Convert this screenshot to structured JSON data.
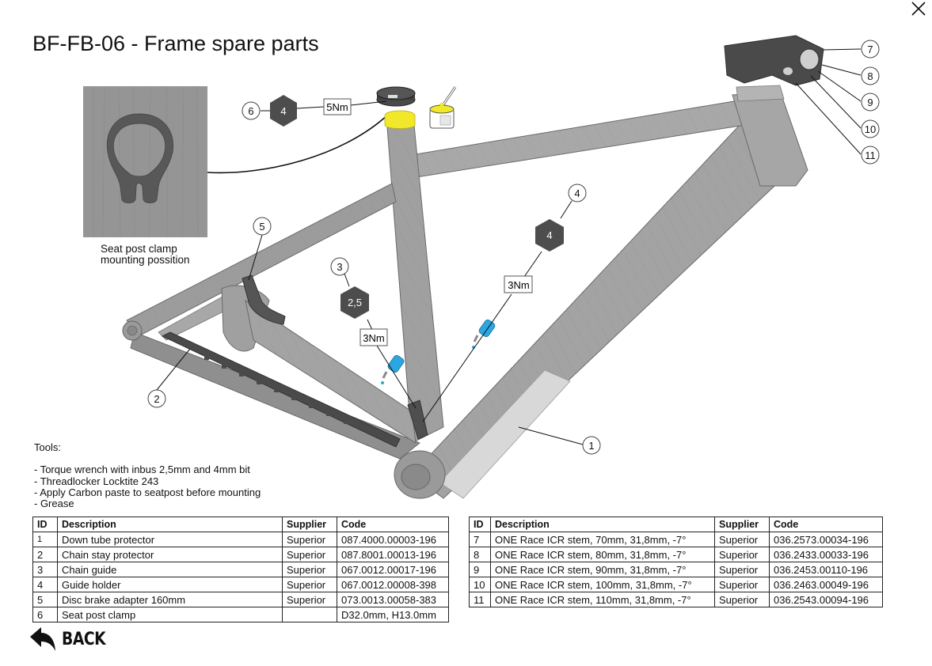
{
  "page": {
    "title": "BF-FB-06 - Frame spare parts",
    "close_icon": "close-x-icon"
  },
  "diagram": {
    "inset_caption_line1": "Seat post clamp",
    "inset_caption_line2": "mounting possition",
    "callouts": {
      "c1": "1",
      "c2": "2",
      "c3": "3",
      "c4": "4",
      "c5": "5",
      "c6": "6",
      "c7": "7",
      "c8": "8",
      "c9": "9",
      "c10": "10",
      "c11": "11"
    },
    "hex_bits": {
      "seat_clamp": "4",
      "chain_guide": "2,5",
      "guide_holder": "4"
    },
    "torques": {
      "seat_clamp": "5Nm",
      "chain_guide": "3Nm",
      "guide_holder": "3Nm"
    },
    "colors": {
      "frame": "#9a9a9a",
      "frame_dark": "#6e6e6e",
      "part_dark": "#4a4a4a",
      "hex": "#4d4d4d",
      "grease_yellow": "#f2e82a",
      "threadlocker_blue": "#2aa6e0"
    }
  },
  "tools": {
    "heading": "Tools:",
    "items": [
      "- Torque wrench with inbus 2,5mm and 4mm bit",
      "- Threadlocker Locktite 243",
      "- Apply Carbon paste to seatpost before mounting",
      "- Grease"
    ]
  },
  "tables": {
    "headers": [
      "ID",
      "Description",
      "Supplier",
      "Code"
    ],
    "left": [
      {
        "id": "1",
        "description": "Down tube protector",
        "supplier": "Superior",
        "code": "087.4000.00003-196"
      },
      {
        "id": "2",
        "description": "Chain stay protector",
        "supplier": "Superior",
        "code": "087.8001.00013-196"
      },
      {
        "id": "3",
        "description": "Chain guide",
        "supplier": "Superior",
        "code": "067.0012.00017-196"
      },
      {
        "id": "4",
        "description": "Guide holder",
        "supplier": "Superior",
        "code": "067.0012.00008-398"
      },
      {
        "id": "5",
        "description": "Disc brake adapter 160mm",
        "supplier": "Superior",
        "code": "073.0013.00058-383"
      },
      {
        "id": "6",
        "description": "Seat post clamp",
        "supplier": "",
        "code": "D32.0mm, H13.0mm"
      }
    ],
    "right": [
      {
        "id": "7",
        "description": "ONE Race ICR stem, 70mm, 31,8mm, -7°",
        "supplier": "Superior",
        "code": "036.2573.00034-196"
      },
      {
        "id": "8",
        "description": "ONE Race ICR stem, 80mm, 31,8mm, -7°",
        "supplier": "Superior",
        "code": "036.2433.00033-196"
      },
      {
        "id": "9",
        "description": "ONE Race ICR stem, 90mm, 31,8mm, -7°",
        "supplier": "Superior",
        "code": "036.2453.00110-196"
      },
      {
        "id": "10",
        "description": "ONE Race ICR stem, 100mm, 31,8mm, -7°",
        "supplier": "Superior",
        "code": "036.2463.00049-196"
      },
      {
        "id": "11",
        "description": "ONE Race ICR stem, 110mm, 31,8mm, -7°",
        "supplier": "Superior",
        "code": "036.2543.00094-196"
      }
    ]
  },
  "back": {
    "label": "BACK",
    "icon": "reply-arrow-icon"
  }
}
